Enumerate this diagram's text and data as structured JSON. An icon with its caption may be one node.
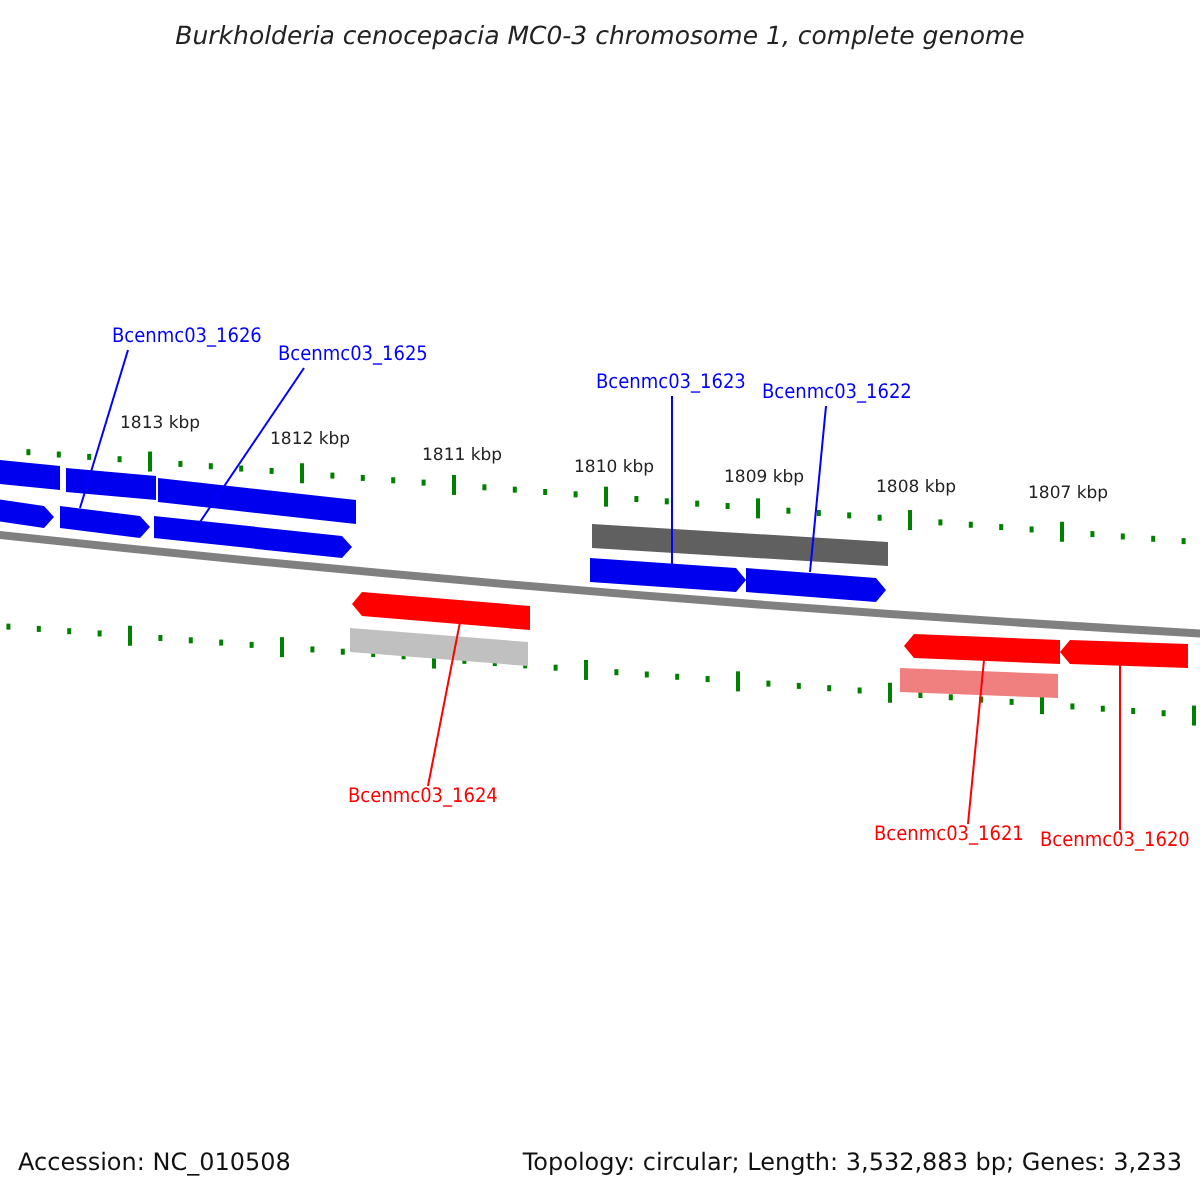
{
  "diagram": {
    "title": "Burkholderia cenocepacia MC0-3 chromosome 1, complete genome",
    "nodes": [
      {
        "text": [
          "Bcenmc03_1626"
        ]
      },
      {
        "text": [
          "Bcenmc03_1625"
        ]
      },
      {
        "text": [
          "Bcenmc03_1623"
        ]
      },
      {
        "text": [
          "Bcenmc03_1622"
        ]
      },
      {
        "text": [
          "Bcenmc03_1624"
        ]
      },
      {
        "text": [
          "Bcenmc03_1621"
        ]
      },
      {
        "text": [
          "Bcenmc03_1620"
        ]
      },
      {
        "text": [],
        "shape": "bar"
      },
      {
        "text": [],
        "shape": "bar"
      },
      {
        "text": [],
        "shape": "bar"
      },
      {
        "text": [],
        "shape": "bar"
      },
      {
        "text": [],
        "shape": "bar"
      },
      {
        "text": [],
        "shape": "bar"
      },
      {
        "text": [],
        "shape": "bar"
      },
      {
        "text": [],
        "shape": "bar"
      },
      {
        "text": [],
        "shape": "bar"
      },
      {
        "text": [],
        "shape": "bar"
      },
      {
        "text": [],
        "shape": "bar"
      },
      {
        "text": [],
        "shape": "bar"
      },
      {
        "text": [],
        "shape": "bar"
      },
      {
        "text": [],
        "shape": "bar"
      }
    ],
    "edges": [
      {
        "from": 0,
        "to": 9,
        "arrow": "none"
      },
      {
        "from": 1,
        "to": 11,
        "arrow": "none"
      },
      {
        "from": 2,
        "to": 15,
        "arrow": "none"
      },
      {
        "from": 3,
        "to": 17,
        "arrow": "none"
      },
      {
        "from": 4,
        "to": 14,
        "arrow": "none",
        "color": "#ff0000"
      },
      {
        "from": 5,
        "to": 19,
        "arrow": "none",
        "color": "#ff0000"
      },
      {
        "from": 6,
        "to": 20,
        "arrow": "none",
        "color": "#ff0000"
      }
    ],
    "labels": [
      "1813 kbp",
      "1812 kbp",
      "1811 kbp",
      "1810 kbp",
      "1809 kbp",
      "1808 kbp",
      "1807 kbp",
      "Accession: NC_010508",
      "Topology: circular; Length: 3,532,883 bp; Genes: 3,233"
    ]
  }
}
